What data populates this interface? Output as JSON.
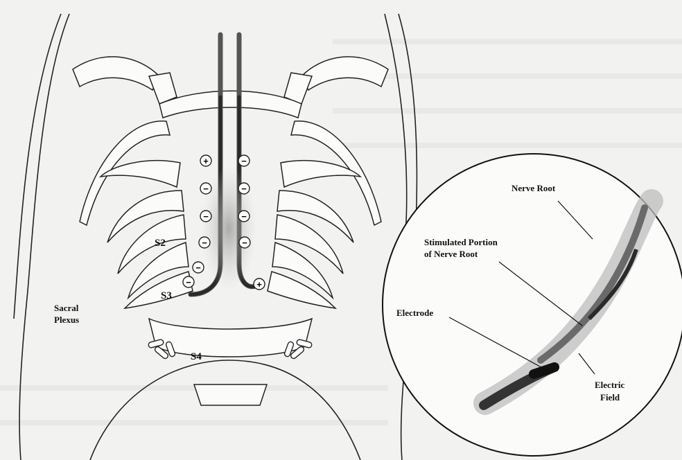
{
  "figure": {
    "labels": {
      "s2": "S2",
      "s3": "S3",
      "s4": "S4",
      "sacral_plexus_line1": "Sacral",
      "sacral_plexus_line2": "Plexus"
    },
    "electrode_symbols": {
      "plus": "+",
      "minus": "−"
    },
    "inset": {
      "nerve_root": "Nerve Root",
      "stimulated_line1": "Stimulated Portion",
      "stimulated_line2": "of Nerve Root",
      "electrode": "Electrode",
      "electric_line1": "Electric",
      "electric_line2": "Field"
    }
  }
}
